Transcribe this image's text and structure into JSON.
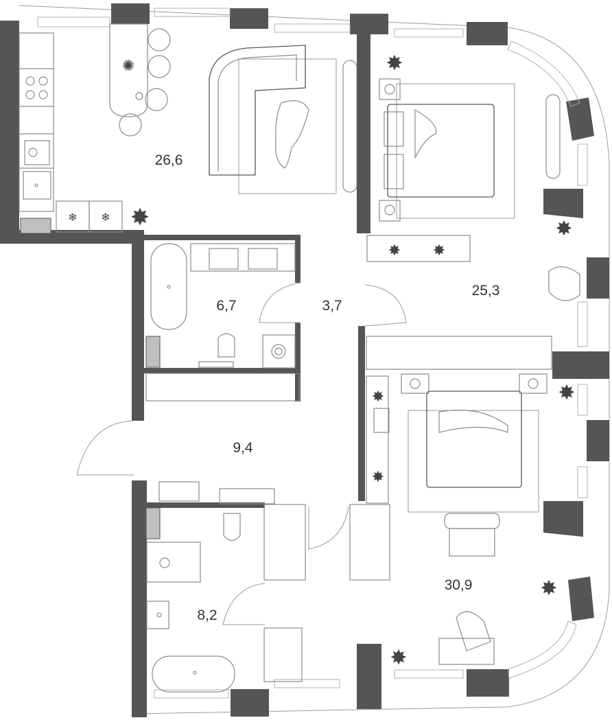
{
  "colors": {
    "wall": "#555555",
    "line": "#8a8a8a",
    "label": "#333333",
    "background": "#ffffff"
  },
  "rooms": [
    {
      "id": "living-kitchen",
      "area": "26,6"
    },
    {
      "id": "bathroom-1",
      "area": "6,7"
    },
    {
      "id": "corridor",
      "area": "3,7"
    },
    {
      "id": "bedroom-1",
      "area": "25,3"
    },
    {
      "id": "hall",
      "area": "9,4"
    },
    {
      "id": "bathroom-2",
      "area": "8,2"
    },
    {
      "id": "bedroom-2",
      "area": "30,9"
    }
  ]
}
